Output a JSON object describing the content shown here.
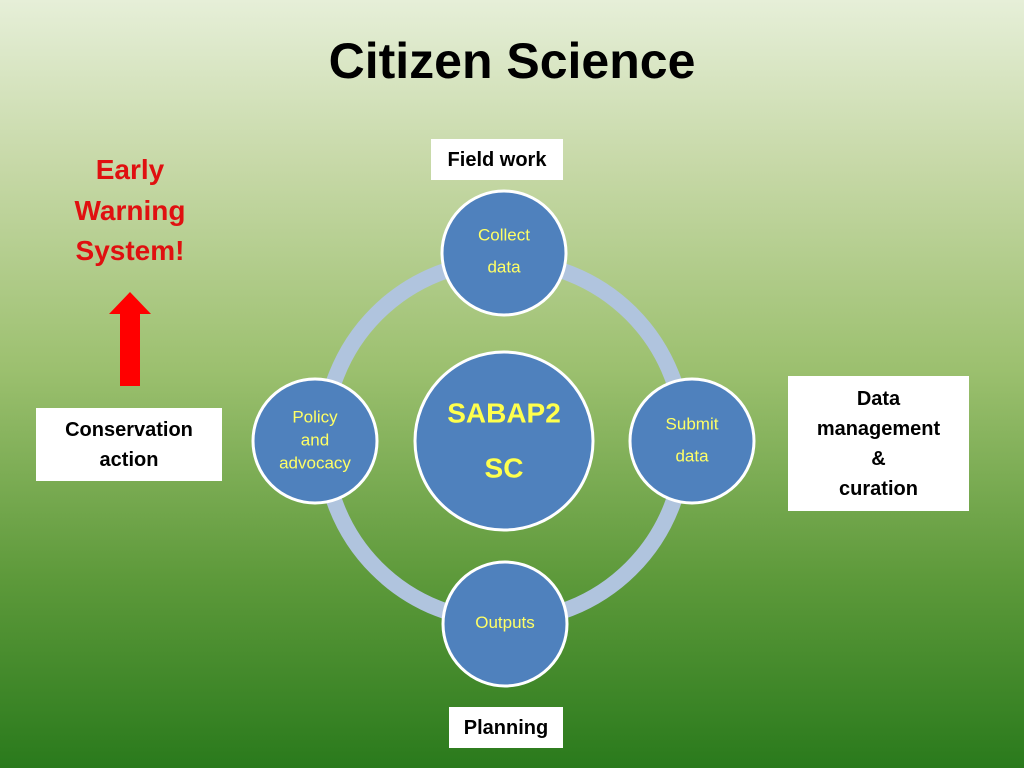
{
  "title": "Citizen Science",
  "boxes": {
    "field_work": "Field work",
    "planning": "Planning",
    "conservation_action": "Conservation\naction",
    "data_management": "Data\nmanagement\n&\ncuration"
  },
  "early_warning": "Early\nWarning\nSystem!",
  "cycle": {
    "center": "SABAP2\nSC",
    "nodes": {
      "collect": "Collect\ndata",
      "submit": "Submit\ndata",
      "outputs": "Outputs",
      "policy": "Policy\nand\nadvocacy"
    }
  },
  "colors": {
    "node_fill": "#4f81bd",
    "node_stroke": "#ffffff",
    "ring": "#b0c4de",
    "node_text": "#ffff66",
    "warning_text": "#e01010",
    "arrow": "#ff0000"
  }
}
